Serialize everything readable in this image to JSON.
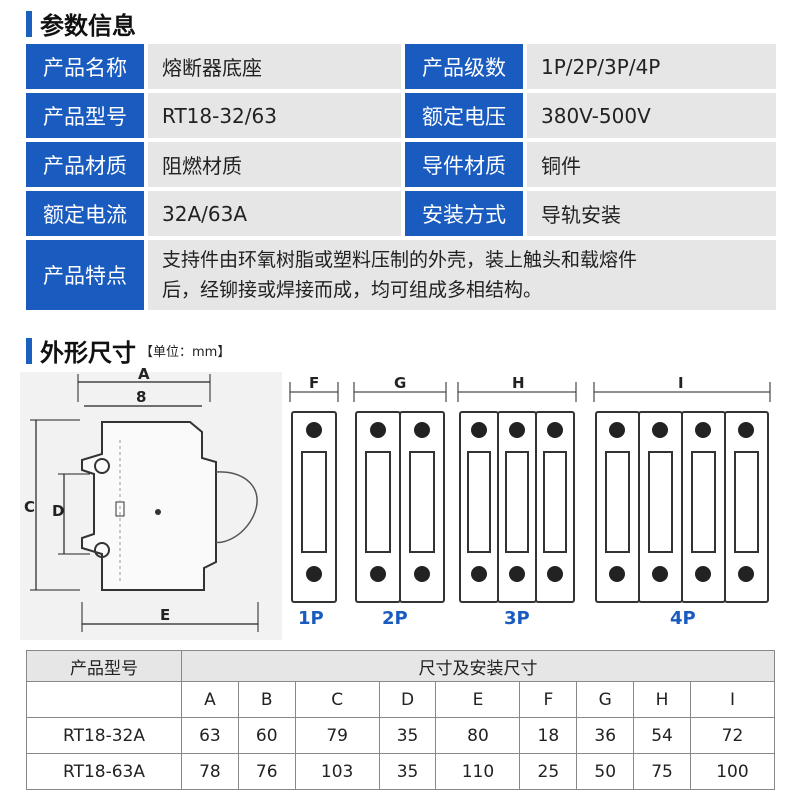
{
  "section1": {
    "title": "参数信息"
  },
  "params": {
    "row1": {
      "l1": "产品名称",
      "v1": "熔断器底座",
      "l2": "产品级数",
      "v2": "1P/2P/3P/4P"
    },
    "row2": {
      "l1": "产品型号",
      "v1": "RT18-32/63",
      "l2": "额定电压",
      "v2": "380V-500V"
    },
    "row3": {
      "l1": "产品材质",
      "v1": "阻燃材质",
      "l2": "导件材质",
      "v2": "铜件"
    },
    "row4": {
      "l1": "额定电流",
      "v1": "32A/63A",
      "l2": "安装方式",
      "v2": "导轨安装"
    },
    "row5": {
      "l1": "产品特点",
      "v1_line1": "支持件由环氧树脂或塑料压制的外壳，装上触头和载熔件",
      "v1_line2": "后，经铆接或焊接而成，均可组成多相结构。"
    }
  },
  "section2": {
    "title": "外形尺寸",
    "unit": "【单位：mm】"
  },
  "drawing": {
    "side_labels": {
      "A": "A",
      "B": "8",
      "C": "C",
      "D": "D",
      "E": "E"
    },
    "front_labels": {
      "F": "F",
      "G": "G",
      "H": "H",
      "I": "I"
    },
    "modules": [
      "1P",
      "2P",
      "3P",
      "4P"
    ]
  },
  "table": {
    "model_header": "产品型号",
    "group_header": "尺寸及安装尺寸",
    "columns": [
      "A",
      "B",
      "C",
      "D",
      "E",
      "F",
      "G",
      "H",
      "I"
    ],
    "rows": [
      {
        "model": "RT18-32A",
        "values": [
          "63",
          "60",
          "79",
          "35",
          "80",
          "18",
          "36",
          "54",
          "72"
        ]
      },
      {
        "model": "RT18-63A",
        "values": [
          "78",
          "76",
          "103",
          "35",
          "110",
          "25",
          "50",
          "75",
          "100"
        ]
      }
    ]
  }
}
